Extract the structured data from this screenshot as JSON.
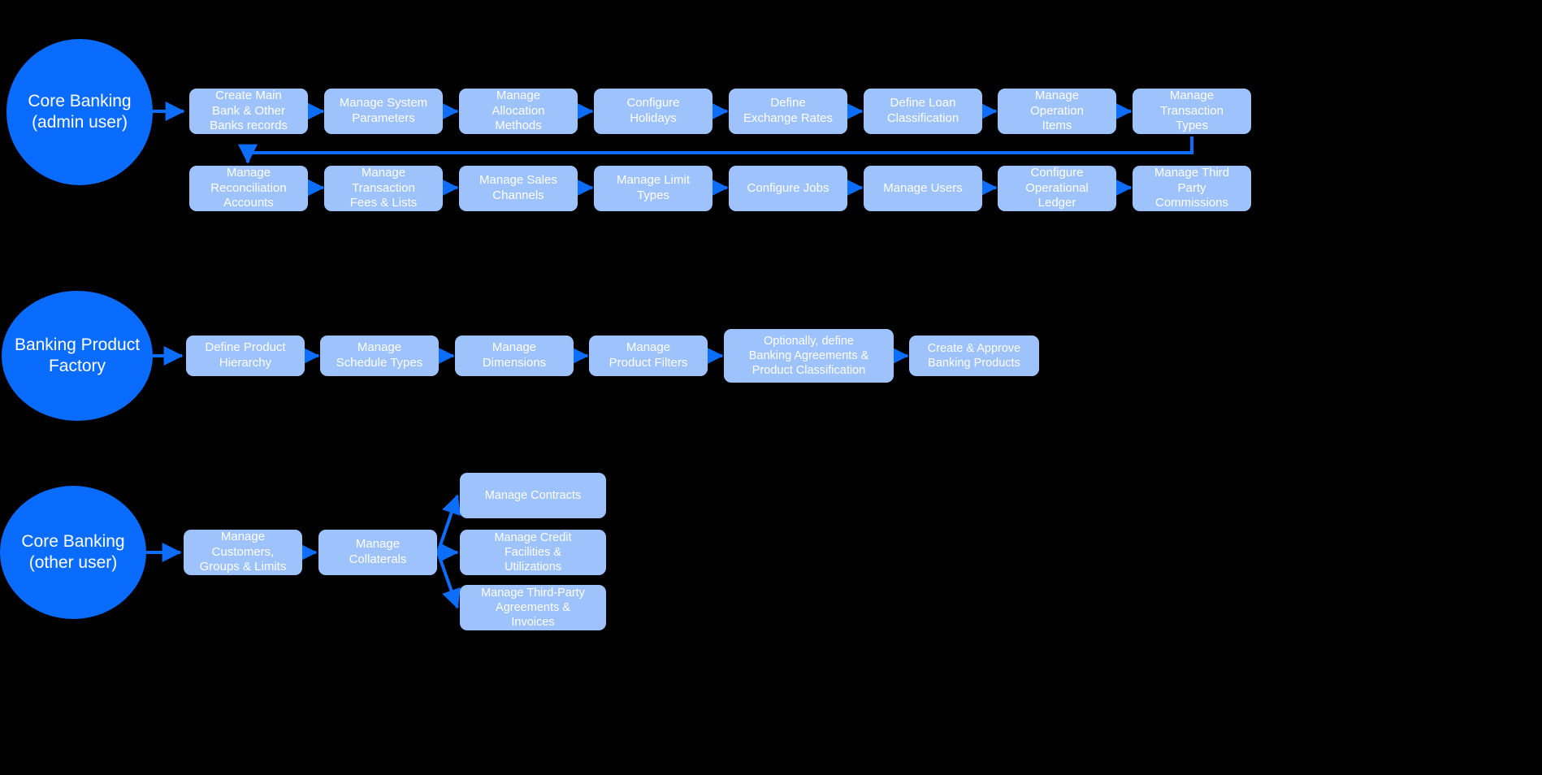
{
  "colors": {
    "background": "#000000",
    "circle_fill": "#0a6cff",
    "node_fill": "#9dc2fc",
    "arrow": "#0d6efd",
    "text": "#ffffff"
  },
  "chart_data": {
    "type": "diagram",
    "title": "Core Banking implementation flow",
    "lanes": [
      {
        "id": "lane-admin",
        "start_label": "Core\nBanking\n(admin\nuser)",
        "rows": [
          [
            "Create Main\nBank &  Other\nBanks records",
            "Manage System\nParameters",
            "Manage\nAllocation\nMethods",
            "Configure\nHolidays",
            "Define\nExchange Rates",
            "Define Loan\nClassification",
            "Manage\nOperation\nItems",
            "Manage\nTransaction\nTypes"
          ],
          [
            "Manage\nReconciliation\nAccounts",
            "Manage\nTransaction\nFees & Lists",
            "Manage Sales\nChannels",
            "Manage Limit\nTypes",
            "Configure Jobs",
            "Manage Users",
            "Configure\nOperational\nLedger",
            "Manage Third\nParty\nCommissions"
          ]
        ]
      },
      {
        "id": "lane-product-factory",
        "start_label": "Banking\nProduct\nFactory",
        "rows": [
          [
            "Define Product\nHierarchy",
            "Manage\nSchedule Types",
            "Manage\nDimensions",
            "Manage\nProduct Filters",
            "Optionally, define\nBanking Agreements &\nProduct Classification",
            "Create & Approve\nBanking Products"
          ]
        ]
      },
      {
        "id": "lane-other-user",
        "start_label": "Core\nBanking\n(other\nuser)",
        "rows": [
          [
            "Manage\nCustomers,\nGroups & Limits",
            "Manage\nCollaterals"
          ]
        ],
        "branches": [
          "Manage Contracts",
          "Manage Credit\nFacilities &\nUtilizations",
          "Manage Third-Party\nAgreements &\nInvoices"
        ]
      }
    ]
  },
  "lane1": {
    "circle": "Core\nBanking\n(admin\nuser)",
    "row1": [
      {
        "label": "Create Main\nBank &  Other\nBanks records"
      },
      {
        "label": "Manage System\nParameters"
      },
      {
        "label": "Manage\nAllocation\nMethods"
      },
      {
        "label": "Configure\nHolidays"
      },
      {
        "label": "Define\nExchange Rates"
      },
      {
        "label": "Define Loan\nClassification"
      },
      {
        "label": "Manage\nOperation\nItems"
      },
      {
        "label": "Manage\nTransaction\nTypes"
      }
    ],
    "row2": [
      {
        "label": "Manage\nReconciliation\nAccounts"
      },
      {
        "label": "Manage\nTransaction\nFees & Lists"
      },
      {
        "label": "Manage Sales\nChannels"
      },
      {
        "label": "Manage Limit\nTypes"
      },
      {
        "label": "Configure Jobs"
      },
      {
        "label": "Manage Users"
      },
      {
        "label": "Configure\nOperational\nLedger"
      },
      {
        "label": "Manage Third\nParty\nCommissions"
      }
    ]
  },
  "lane2": {
    "circle": "Banking\nProduct\nFactory",
    "row1": [
      {
        "label": "Define Product\nHierarchy"
      },
      {
        "label": "Manage\nSchedule Types"
      },
      {
        "label": "Manage\nDimensions"
      },
      {
        "label": "Manage\nProduct Filters"
      },
      {
        "label": "Optionally, define\nBanking Agreements &\nProduct Classification"
      },
      {
        "label": "Create & Approve\nBanking Products"
      }
    ]
  },
  "lane3": {
    "circle": "Core\nBanking\n(other\nuser)",
    "row1": [
      {
        "label": "Manage\nCustomers,\nGroups & Limits"
      },
      {
        "label": "Manage\nCollaterals"
      }
    ],
    "branches": [
      {
        "label": "Manage Contracts"
      },
      {
        "label": "Manage Credit\nFacilities &\nUtilizations"
      },
      {
        "label": "Manage Third-Party\nAgreements &\nInvoices"
      }
    ]
  }
}
